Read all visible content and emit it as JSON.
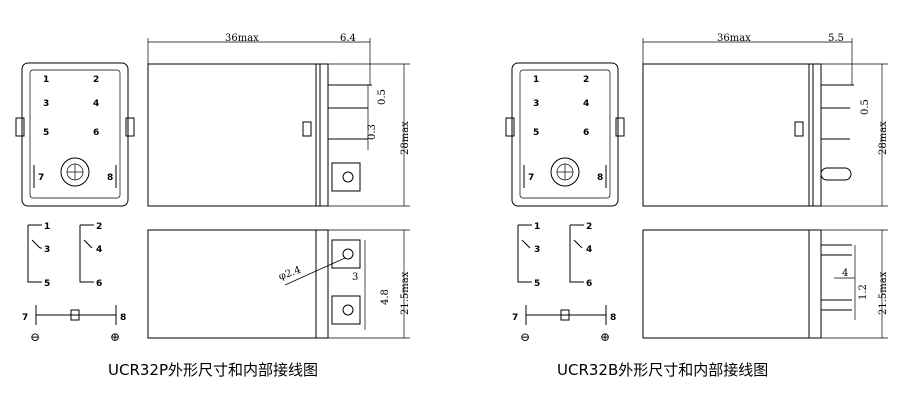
{
  "diagrams": [
    {
      "caption": "UCR32P外形尺寸和内部接线图",
      "width_label": "36max",
      "pin_offset_label": "6.4",
      "height_label": "28max",
      "dim_05": "0.5",
      "dim_03": "0.3",
      "dia_label": "φ2.4",
      "dim_3": "3",
      "dim_48": "4.8",
      "dim_215": "21.5max",
      "pins": [
        "1",
        "2",
        "3",
        "4",
        "5",
        "6",
        "7",
        "8"
      ],
      "minus": "⊖",
      "plus": "⊕"
    },
    {
      "caption": "UCR32B外形尺寸和内部接线图",
      "width_label": "36max",
      "pin_offset_label": "5.5",
      "height_label": "28max",
      "dim_05": "0.5",
      "dim_4": "4",
      "dim_12": "1.2",
      "dim_215": "21.5max",
      "pins": [
        "1",
        "2",
        "3",
        "4",
        "5",
        "6",
        "7",
        "8"
      ],
      "minus": "⊖",
      "plus": "⊕"
    }
  ]
}
